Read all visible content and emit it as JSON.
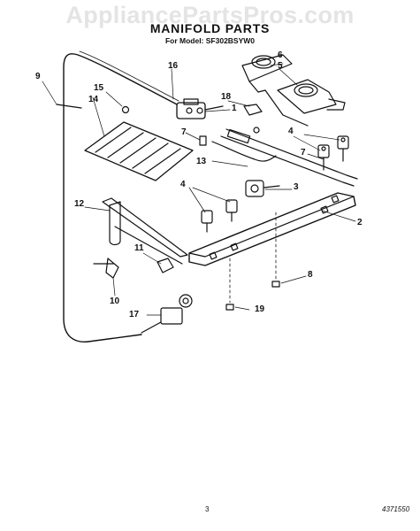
{
  "watermark": "AppliancePartsPros.com",
  "title": "MANIFOLD PARTS",
  "subtitle": "For Model: SF302BSYW0",
  "callouts": {
    "c1": "1",
    "c2": "2",
    "c3": "3",
    "c4a": "4",
    "c4b": "4",
    "c5": "5",
    "c6": "6",
    "c7a": "7",
    "c7b": "7",
    "c8": "8",
    "c9": "9",
    "c10": "10",
    "c11": "11",
    "c12": "12",
    "c13": "13",
    "c14": "14",
    "c15": "15",
    "c16": "16",
    "c17": "17",
    "c18": "18",
    "c19": "19"
  },
  "footer": {
    "page_number": "3",
    "doc_number": "4371550"
  }
}
